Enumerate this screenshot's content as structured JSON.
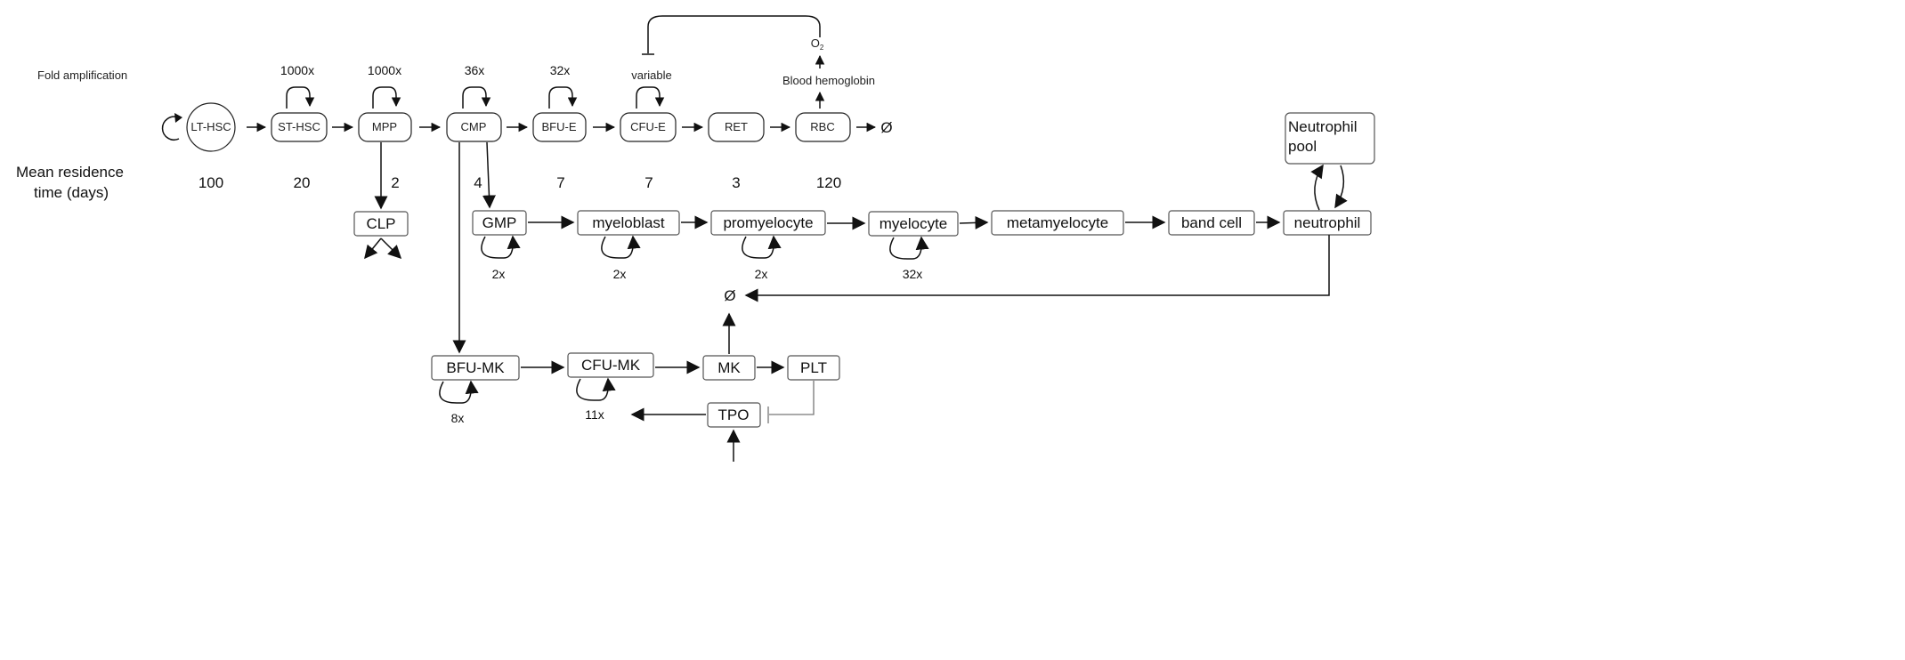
{
  "labels": {
    "fold_amplification": "Fold amplification",
    "mean_residence_line1": "Mean residence",
    "mean_residence_line2": "time (days)",
    "blood_hemoglobin": "Blood hemoglobin",
    "o2_main": "O",
    "o2_sub": "2",
    "empty_set": "Ø"
  },
  "erythroid": {
    "nodes": [
      "LT-HSC",
      "ST-HSC",
      "MPP",
      "CMP",
      "BFU-E",
      "CFU-E",
      "RET",
      "RBC"
    ],
    "amplification": [
      "1000x",
      "1000x",
      "36x",
      "32x",
      "variable"
    ],
    "residence": [
      "100",
      "20",
      "2",
      "4",
      "7",
      "7",
      "3",
      "120"
    ]
  },
  "myeloid": {
    "nodes": [
      "GMP",
      "myeloblast",
      "promyelocyte",
      "myelocyte",
      "metamyelocyte",
      "band cell",
      "neutrophil"
    ],
    "amplification": [
      "2x",
      "2x",
      "2x",
      "32x"
    ],
    "pool_line1": "Neutrophil",
    "pool_line2": "pool",
    "clp": "CLP"
  },
  "megakaryocyte": {
    "nodes": [
      "BFU-MK",
      "CFU-MK",
      "MK",
      "PLT",
      "TPO"
    ],
    "amplification": [
      "8x",
      "11x"
    ]
  }
}
